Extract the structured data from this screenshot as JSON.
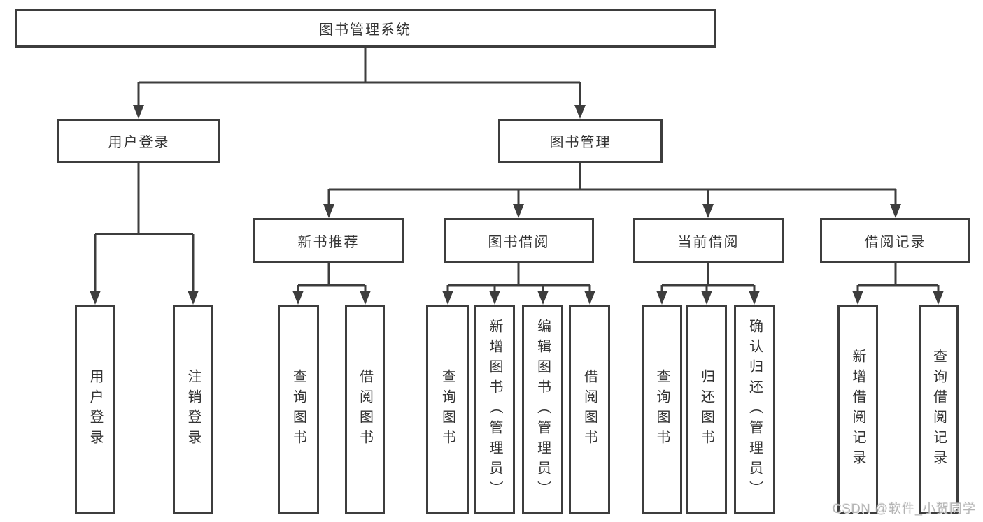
{
  "tree": {
    "label": "图书管理系统",
    "children": [
      {
        "label": "用户登录",
        "children": [
          {
            "label": "用户登录"
          },
          {
            "label": "注销登录"
          }
        ]
      },
      {
        "label": "图书管理",
        "children": [
          {
            "label": "新书推荐",
            "children": [
              {
                "label": "查询图书"
              },
              {
                "label": "借阅图书"
              }
            ]
          },
          {
            "label": "图书借阅",
            "children": [
              {
                "label": "查询图书"
              },
              {
                "label": "新增图书（管理员）"
              },
              {
                "label": "编辑图书（管理员）"
              },
              {
                "label": "借阅图书"
              }
            ]
          },
          {
            "label": "当前借阅",
            "children": [
              {
                "label": "查询图书"
              },
              {
                "label": "归还图书"
              },
              {
                "label": "确认归还（管理员）"
              }
            ]
          },
          {
            "label": "借阅记录",
            "children": [
              {
                "label": "新增借阅记录"
              },
              {
                "label": "查询借阅记录"
              }
            ]
          }
        ]
      }
    ]
  },
  "watermark": {
    "text": "CSDN @软件_小贺同学"
  },
  "colors": {
    "line": "#3d3d3d",
    "text": "#333333",
    "background": "#ffffff",
    "watermark": "#b4b4b4"
  }
}
